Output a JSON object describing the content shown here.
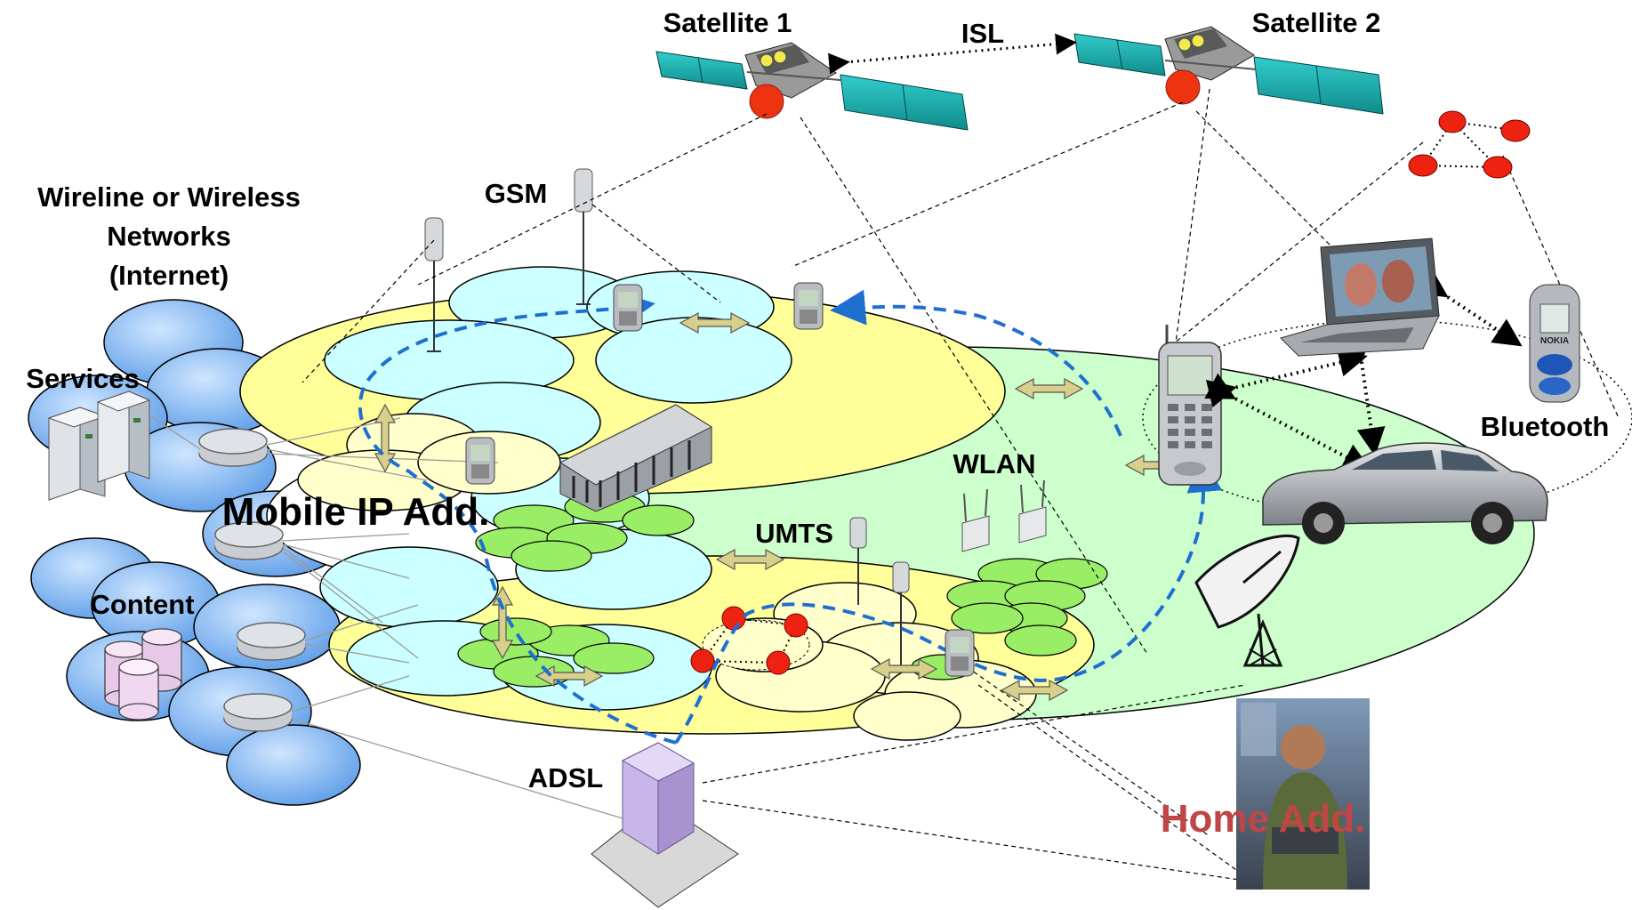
{
  "labels": {
    "satellite_1": "Satellite 1",
    "isl": "ISL",
    "satellite_2": "Satellite 2",
    "wireline_line1": "Wireline or Wireless",
    "wireline_line2": "Networks",
    "wireline_line3": "(Internet)",
    "gsm": "GSM",
    "services": "Services",
    "content": "Content",
    "mobile_ip": "Mobile IP Add.",
    "umts": "UMTS",
    "wlan": "WLAN",
    "bluetooth": "Bluetooth",
    "adsl": "ADSL",
    "home_add": "Home Add.",
    "phone_brand": "NOKIA"
  },
  "colors": {
    "internet_cloud": "#7fb6f0",
    "yellow_zone": "#ffff99",
    "green_zone": "#ccffcc",
    "gsm_cell": "#ccffff",
    "umts_cell": "#ffffcc",
    "wlan_cell": "#99ee66",
    "route_dash": "#1f6fd1",
    "handover_arrow": "#c8c080",
    "home_add_text": "#c04545",
    "bluetooth_node": "#e02020"
  }
}
